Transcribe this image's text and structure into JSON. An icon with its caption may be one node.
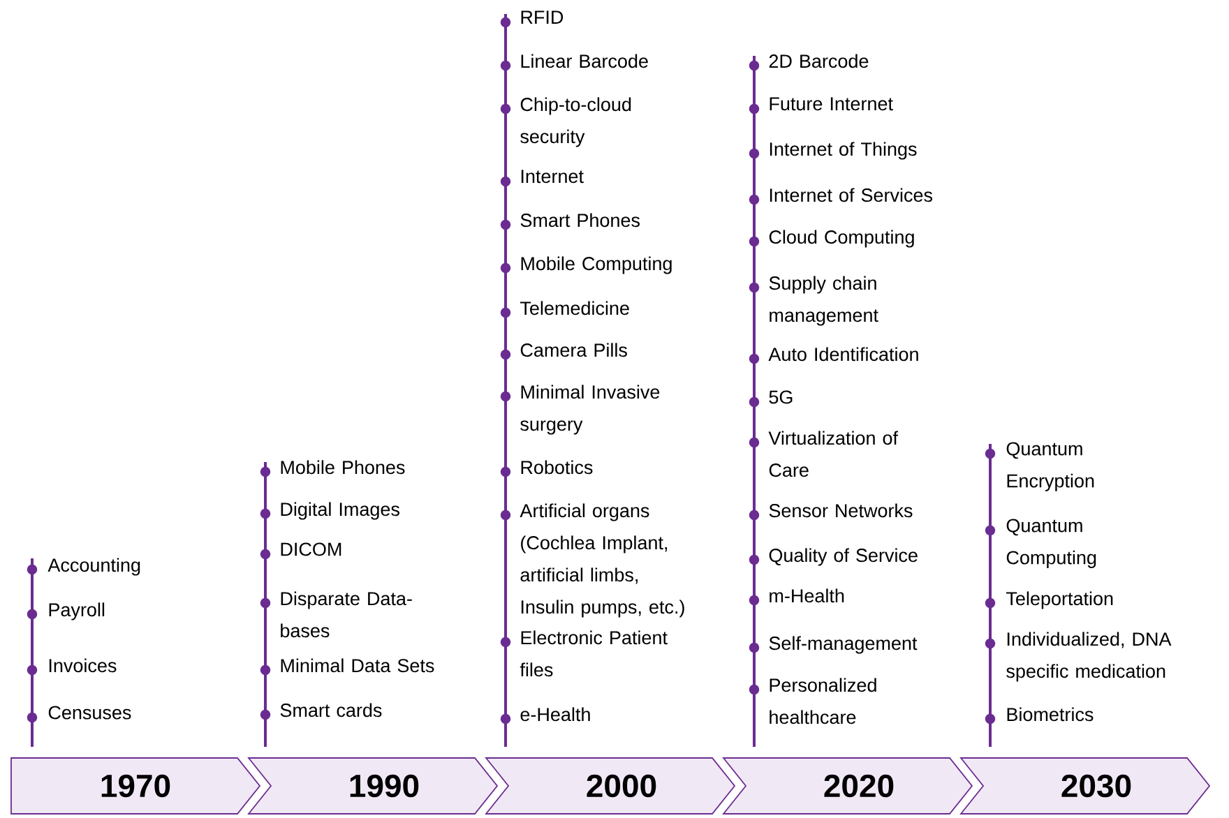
{
  "diagram": {
    "nodes": [
      {
        "text": [
          "1970"
        ],
        "beside": [
          "Accounting",
          "Payroll",
          "Invoices",
          "Censuses"
        ]
      },
      {
        "text": [
          "1990"
        ],
        "beside": [
          "Mobile Phones",
          "Digital Images",
          "DICOM",
          "Disparate Data-bases",
          "Minimal Data Sets",
          "Smart cards"
        ]
      },
      {
        "text": [
          "2000"
        ],
        "beside": [
          "RFID",
          "Linear Barcode",
          "Chip-to-cloud security",
          "Internet",
          "Smart Phones",
          "Mobile Computing",
          "Telemedicine",
          "Camera Pills",
          "Minimal Invasive surgery",
          "Robotics",
          "Artificial organs (Cochlea Implant, artificial limbs, Insulin pumps, etc.)",
          "Electronic Patient files",
          "e-Health"
        ]
      },
      {
        "text": [
          "2020"
        ],
        "beside": [
          "2D Barcode",
          "Future Internet",
          "Internet of Things",
          "Internet of Services",
          "Cloud Computing",
          "Supply chain management",
          "Auto Identification",
          "5G",
          "Virtualization of Care",
          "Sensor Networks",
          "Quality of Service",
          "m-Health",
          "Self-management",
          "Personalized healthcare"
        ]
      },
      {
        "text": [
          "2030"
        ],
        "beside": [
          "Quantum Encryption",
          "Quantum Computing",
          "Teleportation",
          "Individualized, DNA specific medication",
          "Biometrics"
        ]
      }
    ]
  }
}
